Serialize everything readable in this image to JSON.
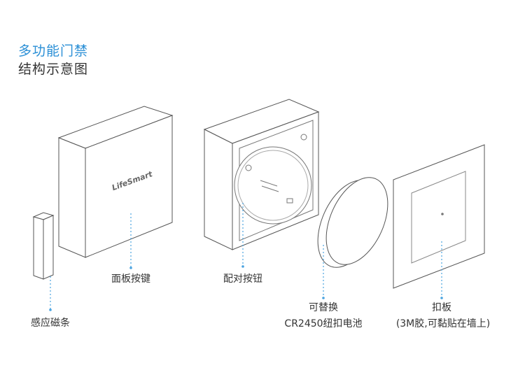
{
  "title": {
    "line1": "多功能门禁",
    "line2": "结构示意图"
  },
  "device_brand": "LifeSmart",
  "parts": {
    "sensor_magnet": "感应磁条",
    "panel_button": "面板按键",
    "pairing_button": "配对按钮",
    "battery_line1": "可替换",
    "battery_line2": "CR2450纽扣电池",
    "mount_plate_line1": "扣板",
    "mount_plate_line2": "(3M胶,可黏贴在墙上)"
  },
  "colors": {
    "title_accent": "#2a8fd6",
    "leader_line": "#4aa3e0",
    "outline": "#555555"
  }
}
